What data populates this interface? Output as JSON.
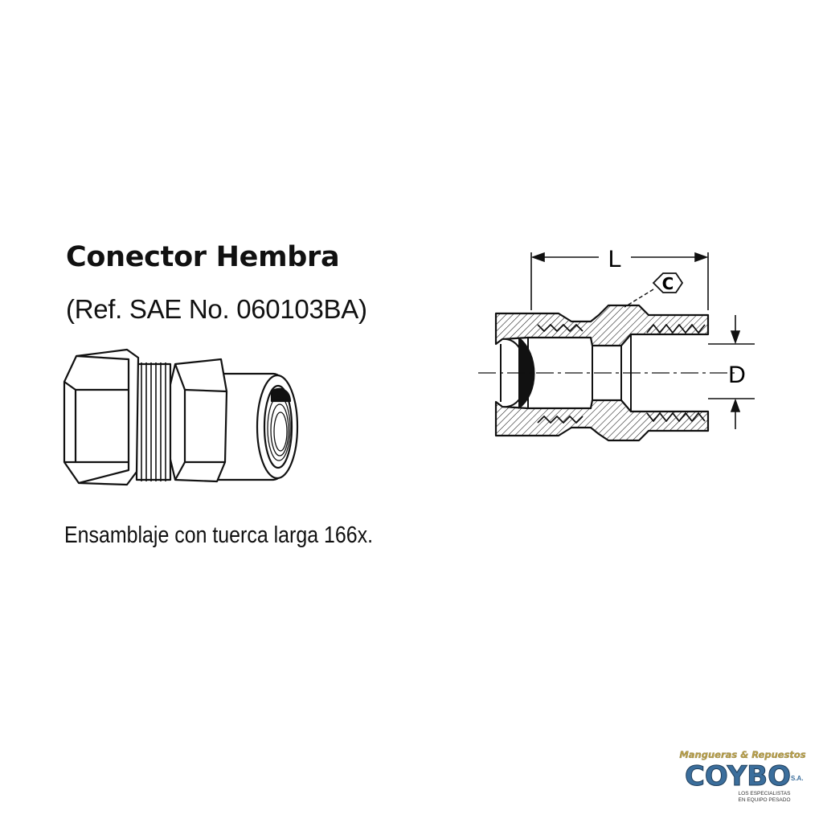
{
  "title": "Conector Hembra",
  "reference": "(Ref. SAE No. 060103BA)",
  "caption": "Ensamblaje con tuerca larga 166x.",
  "dimensions": {
    "length_label": "L",
    "hex_label": "C",
    "diameter_label": "D"
  },
  "logo": {
    "tagline": "Mangueras & Repuestos",
    "brand": "COYBO",
    "suffix": "S.A.",
    "slogan_line1": "LOS ESPECIALISTAS",
    "slogan_line2": "EN EQUIPO PESADO"
  },
  "colors": {
    "ink": "#111111",
    "logo_blue": "#3b6e9c",
    "logo_gold": "#b9a04a"
  }
}
